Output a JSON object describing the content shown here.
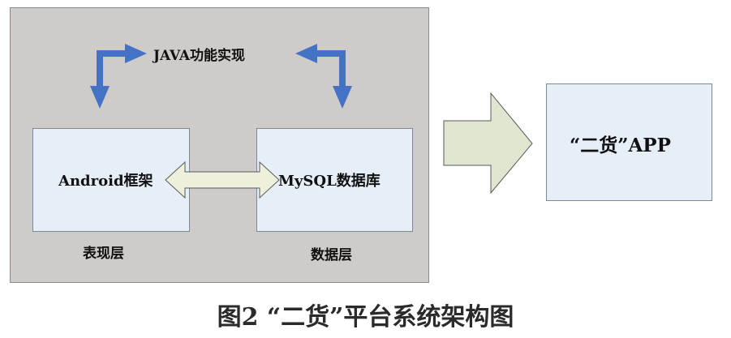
{
  "diagram": {
    "java_label": "JAVA功能实现",
    "android_label": "Android框架",
    "mysql_label": "MySQL数据库",
    "presentation_layer_label": "表现层",
    "data_layer_label": "数据层",
    "app_label": "“二货”APP",
    "caption": "图2 “二货”平台系统架构图"
  },
  "colors": {
    "panel_bg": "#cfcbc8",
    "box_bg": "#e6eef8",
    "blue_arrow": "#4472c4",
    "double_arrow_fill": "#eef0dc",
    "big_arrow_fill": "#dfe6cf"
  }
}
